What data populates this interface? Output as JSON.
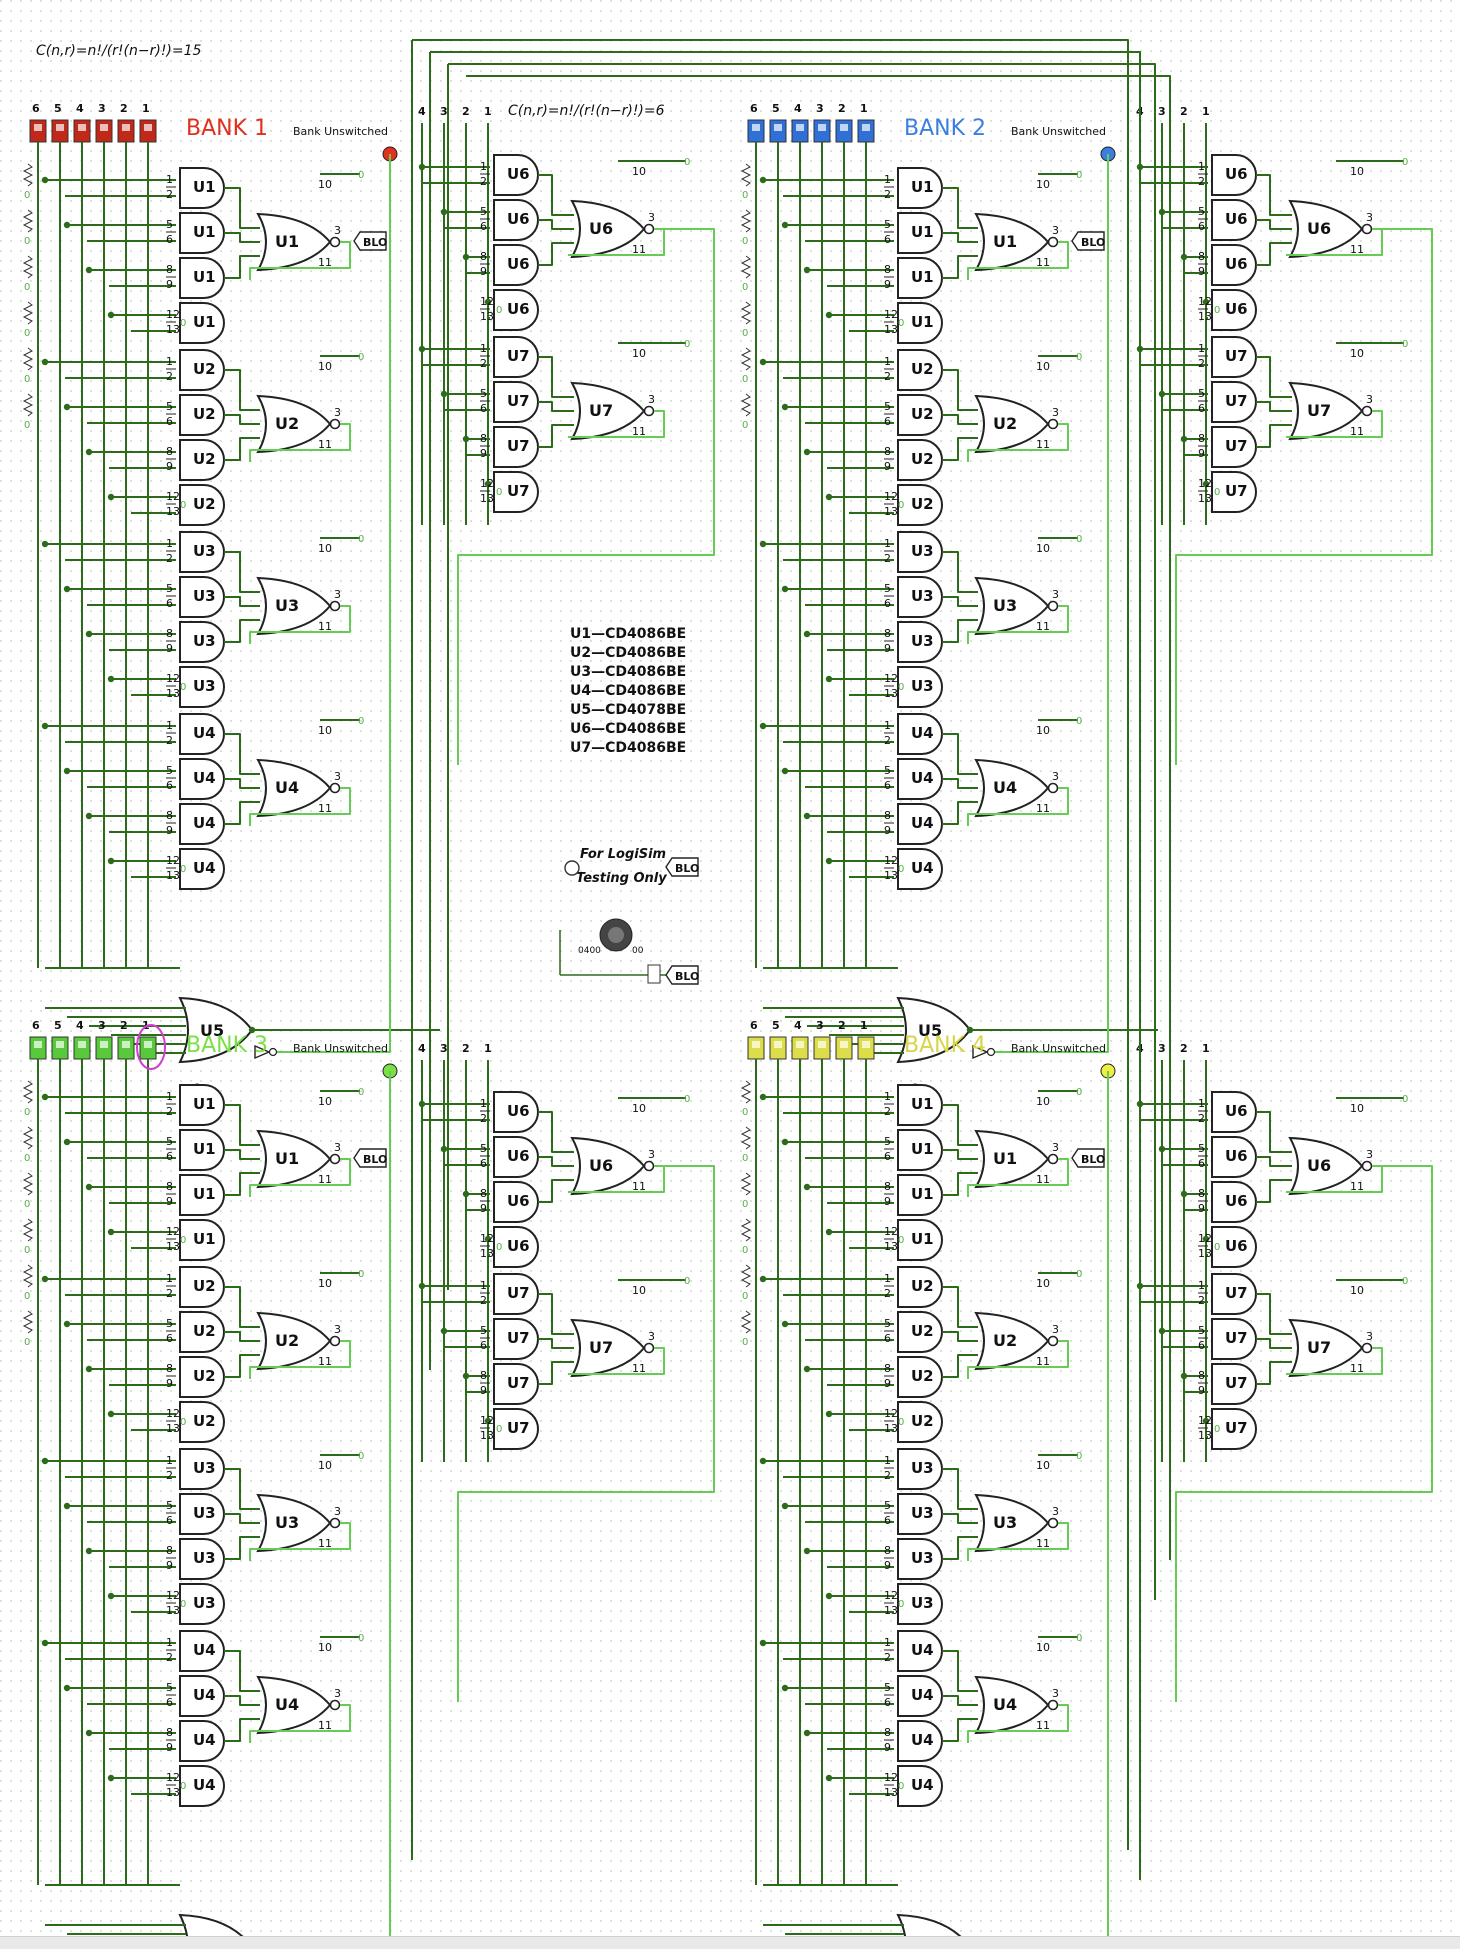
{
  "formula_top": "C(n,r)=n!/(r!(n−r)!)=15",
  "formula_mid": "C(n,r)=n!/(r!(n−r)!)=6",
  "switch_numbers": [
    "6",
    "5",
    "4",
    "3",
    "2",
    "1"
  ],
  "aux_input_numbers": [
    "4",
    "3",
    "2",
    "1"
  ],
  "banks": [
    {
      "title": "BANK 1",
      "subtitle": "Bank Unswitched",
      "color": "#e0301e",
      "switch_color": "#c0281a",
      "led_color": "#e0301e"
    },
    {
      "title": "BANK 2",
      "subtitle": "Bank Unswitched",
      "color": "#3a7fe0",
      "switch_color": "#2f6fd6",
      "led_color": "#3a7fe0"
    },
    {
      "title": "BANK 3",
      "subtitle": "Bank Unswitched",
      "color": "#7be047",
      "switch_color": "#58c93a",
      "led_color": "#7be047"
    },
    {
      "title": "BANK 4",
      "subtitle": "Bank Unswitched",
      "color": "#d6d648",
      "switch_color": "#dddd4a",
      "led_color": "#eeee44"
    }
  ],
  "and_pin_labels": [
    [
      "1",
      "2"
    ],
    [
      "5",
      "6"
    ],
    [
      "8",
      "9"
    ],
    [
      "12",
      "13"
    ]
  ],
  "gate_labels": {
    "u1": "U1",
    "u2": "U2",
    "u3": "U3",
    "u4": "U4",
    "u5": "U5",
    "u6": "U6",
    "u7": "U7"
  },
  "nor_pins": {
    "out": "3",
    "top": "10",
    "bottom": "11"
  },
  "blo_label": "BLO",
  "zero_label": "0",
  "one_label": "1",
  "parts_list": [
    "U1—CD4086BE",
    "U2—CD4086BE",
    "U3—CD4086BE",
    "U4—CD4086BE",
    "U5—CD4078BE",
    "U6—CD4086BE",
    "U7—CD4086BE"
  ],
  "test_note_line1": "For LogiSim",
  "test_note_line2": "Testing Only",
  "clock_freq": "0400",
  "clock_count": "00",
  "colors": {
    "wire_dark": "#2c6b1a",
    "wire_light": "#66cc55",
    "grid": "#c8c8c8"
  }
}
